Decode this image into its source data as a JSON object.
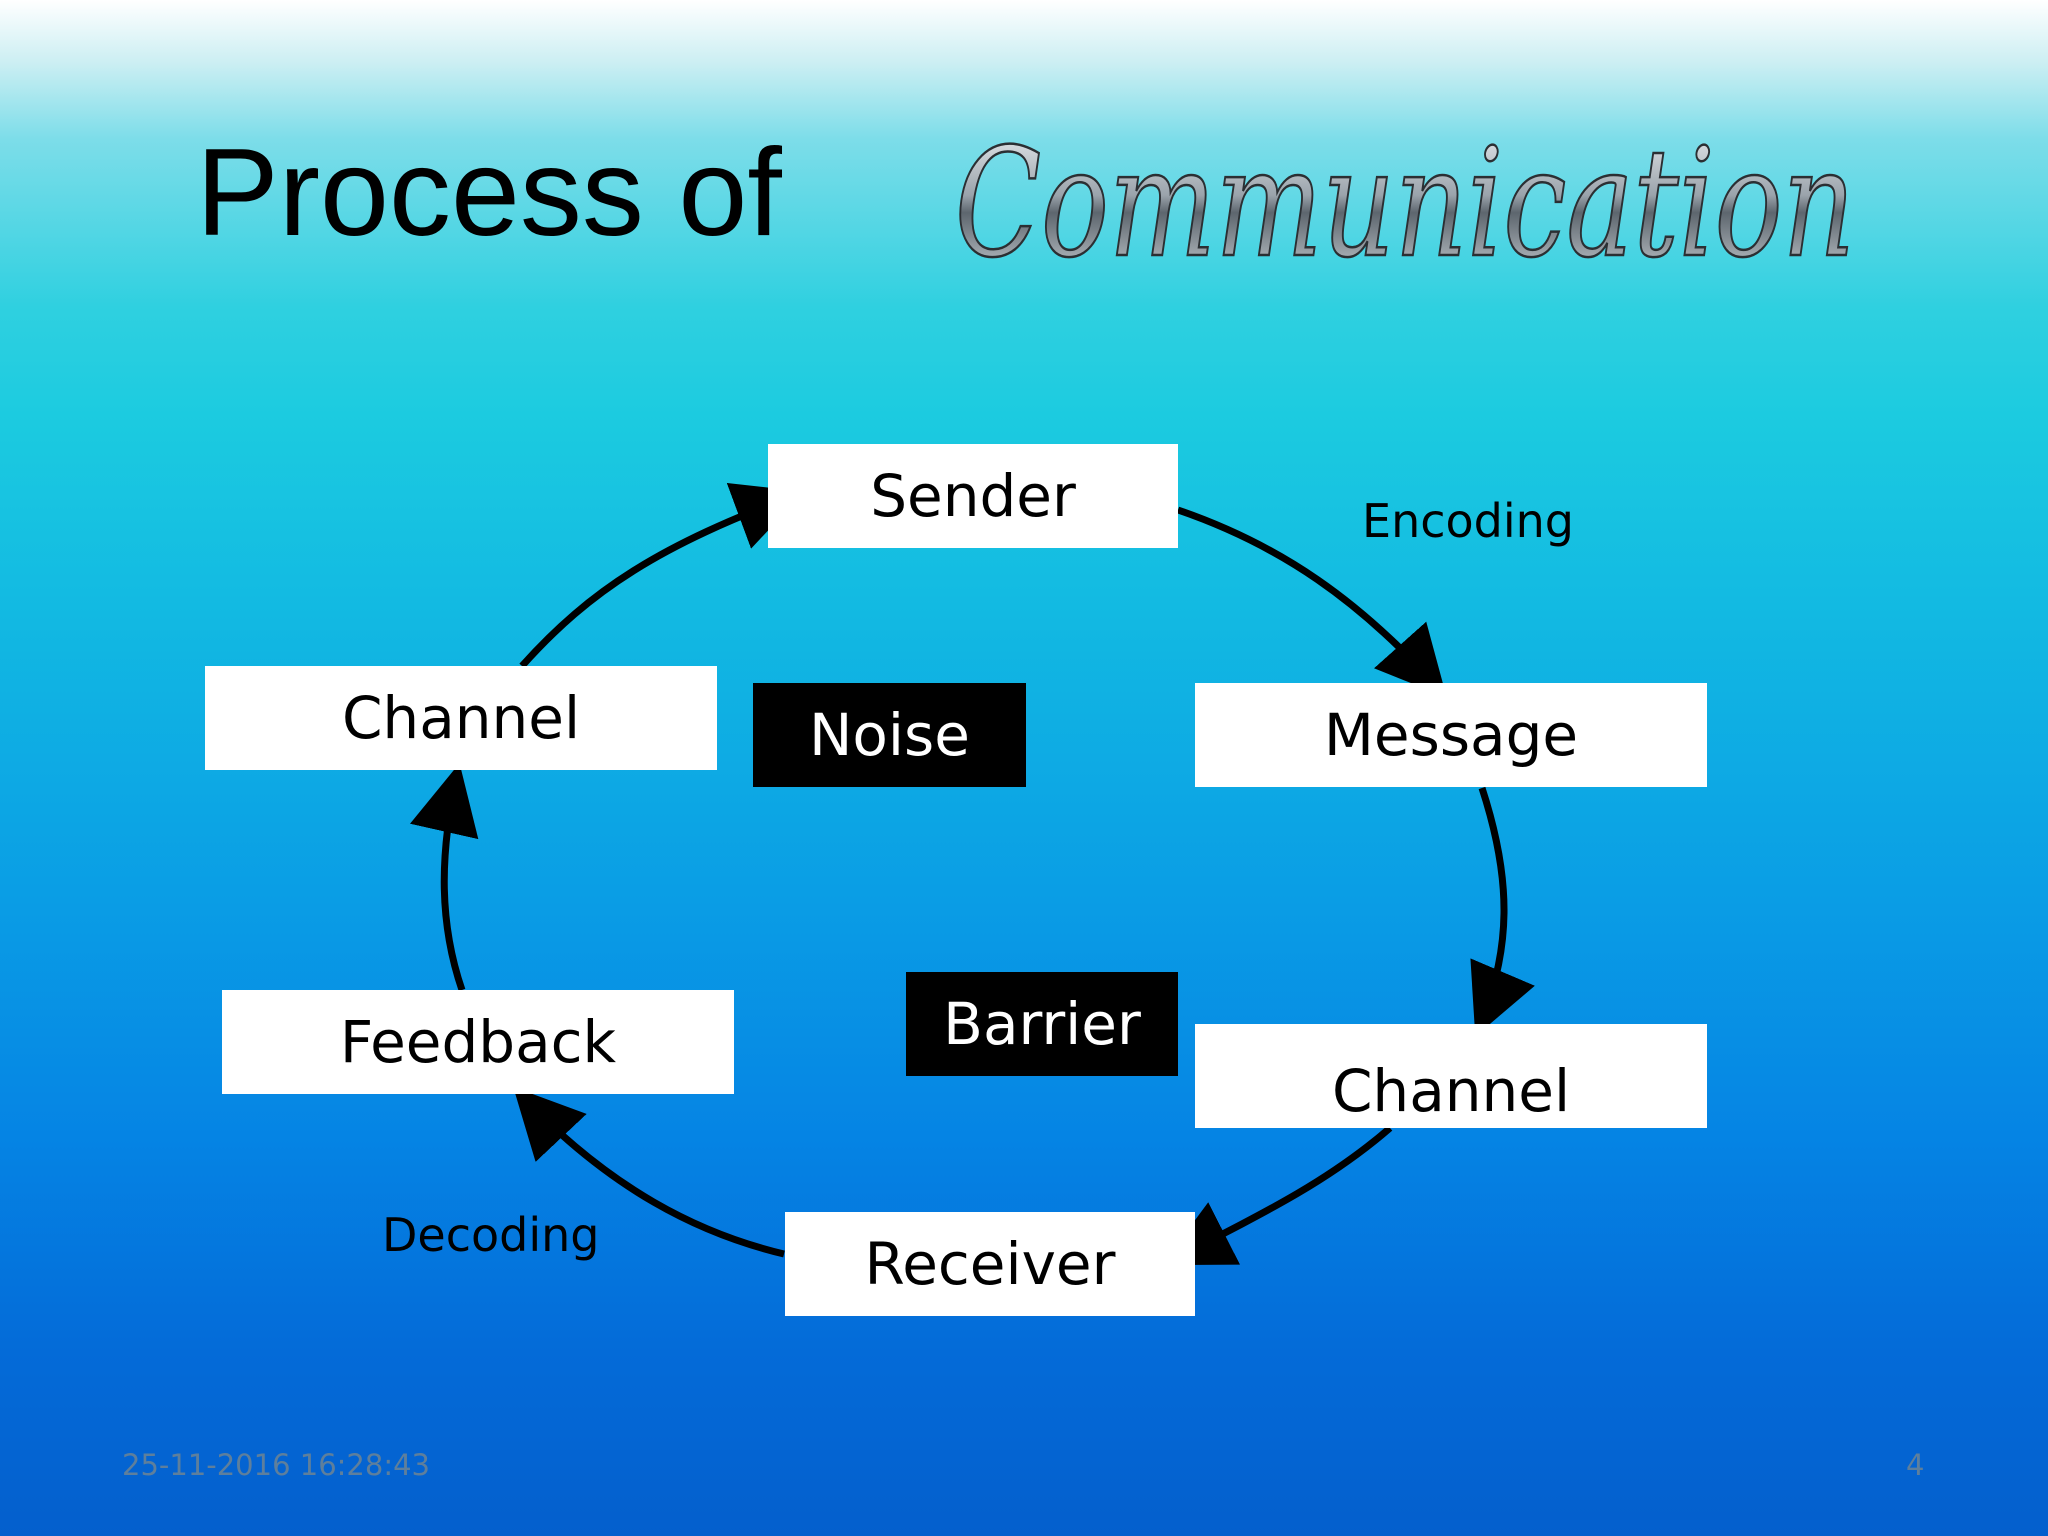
{
  "slide": {
    "title": "Process of",
    "wordmark": "Communication",
    "footer": {
      "timestamp": "25-11-2016 16:28:43",
      "page_number": "4"
    }
  },
  "diagram": {
    "nodes": {
      "sender": "Sender",
      "message": "Message",
      "channel_right": "Channel",
      "receiver": "Receiver",
      "feedback": "Feedback",
      "channel_left": "Channel",
      "noise": "Noise",
      "barrier": "Barrier"
    },
    "edge_labels": {
      "encoding": "Encoding",
      "decoding": "Decoding"
    },
    "cycle_order": [
      "Sender",
      "Message",
      "Channel",
      "Receiver",
      "Feedback",
      "Channel"
    ]
  },
  "colors": {
    "node_fill": "#ffffff",
    "dark_node_fill": "#000000",
    "arrow": "#000000"
  }
}
